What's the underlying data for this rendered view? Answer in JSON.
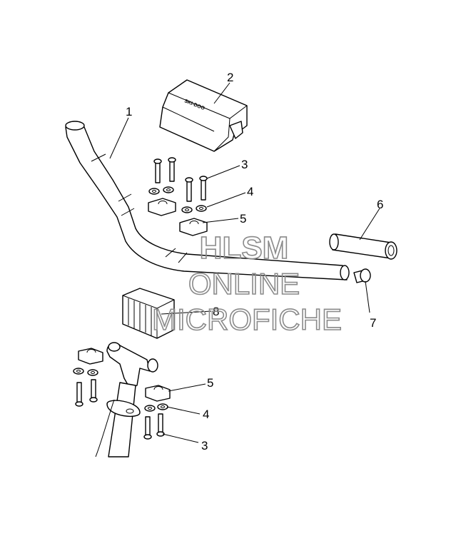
{
  "watermark": {
    "line1": "HLSM",
    "line2": "ONLINE",
    "line3": "MICROFICHE"
  },
  "pad_brand": "SKI-DOO",
  "callouts": [
    {
      "id": "c1",
      "label": "1"
    },
    {
      "id": "c2",
      "label": "2"
    },
    {
      "id": "c3a",
      "label": "3"
    },
    {
      "id": "c4a",
      "label": "4"
    },
    {
      "id": "c5a",
      "label": "5"
    },
    {
      "id": "c6",
      "label": "6"
    },
    {
      "id": "c7",
      "label": "7"
    },
    {
      "id": "c8",
      "label": "8"
    },
    {
      "id": "c5b",
      "label": "5"
    },
    {
      "id": "c4b",
      "label": "4"
    },
    {
      "id": "c3b",
      "label": "3"
    }
  ]
}
